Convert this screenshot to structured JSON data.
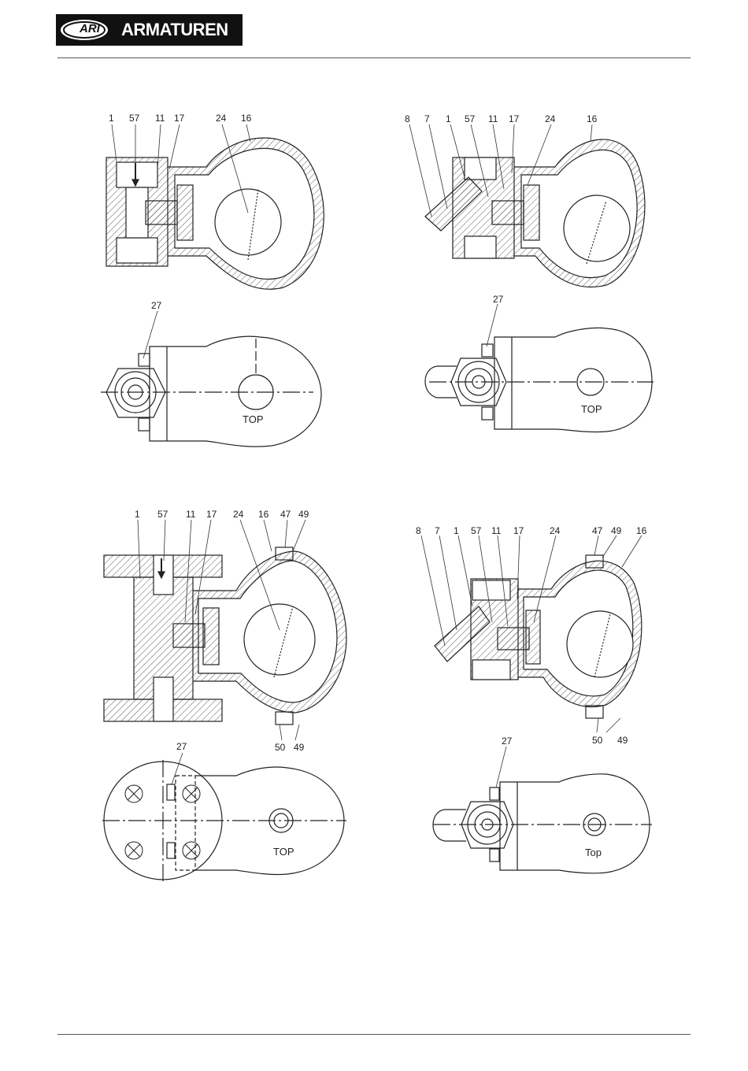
{
  "header": {
    "logo_word": "ARMATUREN",
    "logo_mark": "ARI"
  },
  "fig1": {
    "labels": [
      "1",
      "57",
      "11",
      "17",
      "24",
      "16"
    ],
    "plan_label": "27",
    "top": "TOP"
  },
  "fig2": {
    "labels": [
      "8",
      "7",
      "1",
      "57",
      "11",
      "17",
      "24",
      "16"
    ],
    "plan_label": "27",
    "top": "TOP"
  },
  "fig3": {
    "labels": [
      "1",
      "57",
      "11",
      "17",
      "24",
      "16",
      "47",
      "49"
    ],
    "bottom_labels": [
      "50",
      "49"
    ],
    "plan_label": "27",
    "top": "TOP"
  },
  "fig4": {
    "labels": [
      "8",
      "7",
      "1",
      "57",
      "11",
      "17",
      "24",
      "47",
      "49",
      "16"
    ],
    "bottom_labels": [
      "50",
      "49"
    ],
    "plan_label": "27",
    "top": "Top"
  }
}
